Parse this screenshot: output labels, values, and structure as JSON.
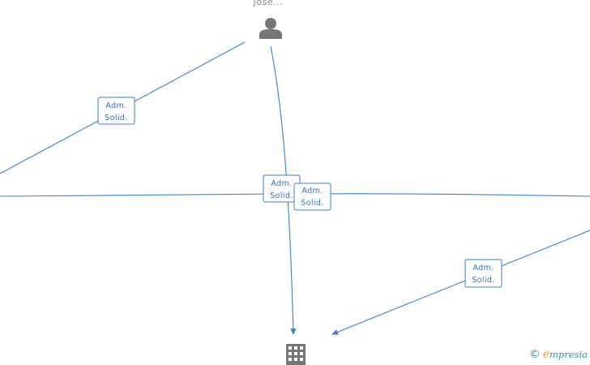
{
  "person": {
    "label": "Jose...",
    "icon": "person-icon"
  },
  "company": {
    "icon": "building-icon"
  },
  "relationships": [
    {
      "id": "upper-left",
      "line1": "Adm.",
      "line2": "Solid."
    },
    {
      "id": "center-left",
      "line1": "Adm.",
      "line2": "Solid."
    },
    {
      "id": "center-right",
      "line1": "Adm.",
      "line2": "Solid."
    },
    {
      "id": "lower-right",
      "line1": "Adm.",
      "line2": "Solid."
    }
  ],
  "watermark": {
    "copyright": "©",
    "brand_initial": "e",
    "brand_rest": "mpresia"
  },
  "colors": {
    "edge": "#3f7fcf",
    "icon": "#777777"
  }
}
